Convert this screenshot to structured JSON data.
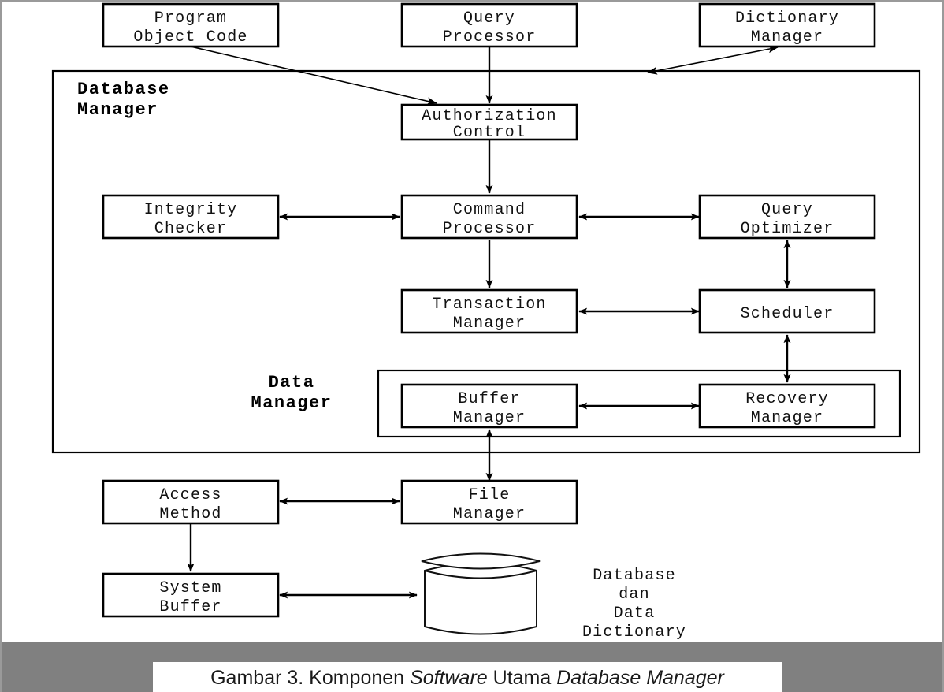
{
  "figure": {
    "title": "Komponen Software Utama Database Manager",
    "caption_parts": [
      {
        "text": "Gambar 3. Komponen ",
        "italic": false
      },
      {
        "text": "Software",
        "italic": true
      },
      {
        "text": " Utama ",
        "italic": false
      },
      {
        "text": "Database Manager",
        "italic": true
      }
    ]
  },
  "groups": {
    "database_manager": {
      "label_line1": "Database",
      "label_line2": "Manager"
    },
    "data_manager": {
      "label_line1": "Data",
      "label_line2": "Manager"
    }
  },
  "nodes": {
    "program_object_code": {
      "line1": "Program",
      "line2": "Object Code"
    },
    "query_processor": {
      "line1": "Query",
      "line2": "Processor"
    },
    "dictionary_manager": {
      "line1": "Dictionary",
      "line2": "Manager"
    },
    "authorization_control": {
      "line1": "Authorization",
      "line2": "Control"
    },
    "integrity_checker": {
      "line1": "Integrity",
      "line2": "Checker"
    },
    "command_processor": {
      "line1": "Command",
      "line2": "Processor"
    },
    "query_optimizer": {
      "line1": "Query",
      "line2": "Optimizer"
    },
    "transaction_manager": {
      "line1": "Transaction",
      "line2": "Manager"
    },
    "scheduler": {
      "line1": "Scheduler",
      "line2": ""
    },
    "buffer_manager": {
      "line1": "Buffer",
      "line2": "Manager"
    },
    "recovery_manager": {
      "line1": "Recovery",
      "line2": "Manager"
    },
    "file_manager": {
      "line1": "File",
      "line2": "Manager"
    },
    "access_method": {
      "line1": "Access",
      "line2": "Method"
    },
    "system_buffer": {
      "line1": "System",
      "line2": "Buffer"
    }
  },
  "datastore": {
    "label_line1": "Database",
    "label_line2": "dan",
    "label_line3": "Data",
    "label_line4": "Dictionary"
  },
  "colors": {
    "stroke": "#000000",
    "box_fill": "#ffffff",
    "footer_bar": "#808080",
    "page_border": "#9a9a9a",
    "caption_text": "#1a1a1a"
  },
  "chart_data": {
    "type": "diagram",
    "title": "Komponen Software Utama Database Manager",
    "nodes": [
      "Program Object Code",
      "Query Processor",
      "Dictionary Manager",
      "Authorization Control",
      "Integrity Checker",
      "Command Processor",
      "Query Optimizer",
      "Transaction Manager",
      "Scheduler",
      "Buffer Manager",
      "Recovery Manager",
      "File Manager",
      "Access Method",
      "System Buffer",
      "Database dan Data Dictionary"
    ],
    "containers": [
      {
        "name": "Database Manager",
        "contains": [
          "Authorization Control",
          "Integrity Checker",
          "Command Processor",
          "Query Optimizer",
          "Transaction Manager",
          "Scheduler",
          "Data Manager"
        ]
      },
      {
        "name": "Data Manager",
        "contains": [
          "Buffer Manager",
          "Recovery Manager"
        ]
      }
    ],
    "edges": [
      {
        "from": "Program Object Code",
        "to": "Authorization Control",
        "direction": "one-way"
      },
      {
        "from": "Query Processor",
        "to": "Authorization Control",
        "direction": "one-way"
      },
      {
        "from": "Dictionary Manager",
        "to": "Database Manager",
        "direction": "two-way"
      },
      {
        "from": "Authorization Control",
        "to": "Command Processor",
        "direction": "one-way"
      },
      {
        "from": "Integrity Checker",
        "to": "Command Processor",
        "direction": "two-way"
      },
      {
        "from": "Command Processor",
        "to": "Query Optimizer",
        "direction": "two-way"
      },
      {
        "from": "Command Processor",
        "to": "Transaction Manager",
        "direction": "one-way"
      },
      {
        "from": "Query Optimizer",
        "to": "Scheduler",
        "direction": "two-way"
      },
      {
        "from": "Transaction Manager",
        "to": "Scheduler",
        "direction": "two-way"
      },
      {
        "from": "Scheduler",
        "to": "Recovery Manager",
        "direction": "two-way"
      },
      {
        "from": "Buffer Manager",
        "to": "Recovery Manager",
        "direction": "two-way"
      },
      {
        "from": "Buffer Manager",
        "to": "File Manager",
        "direction": "two-way"
      },
      {
        "from": "Access Method",
        "to": "File Manager",
        "direction": "two-way"
      },
      {
        "from": "Access Method",
        "to": "System Buffer",
        "direction": "one-way"
      },
      {
        "from": "System Buffer",
        "to": "Database dan Data Dictionary",
        "direction": "two-way"
      }
    ]
  }
}
